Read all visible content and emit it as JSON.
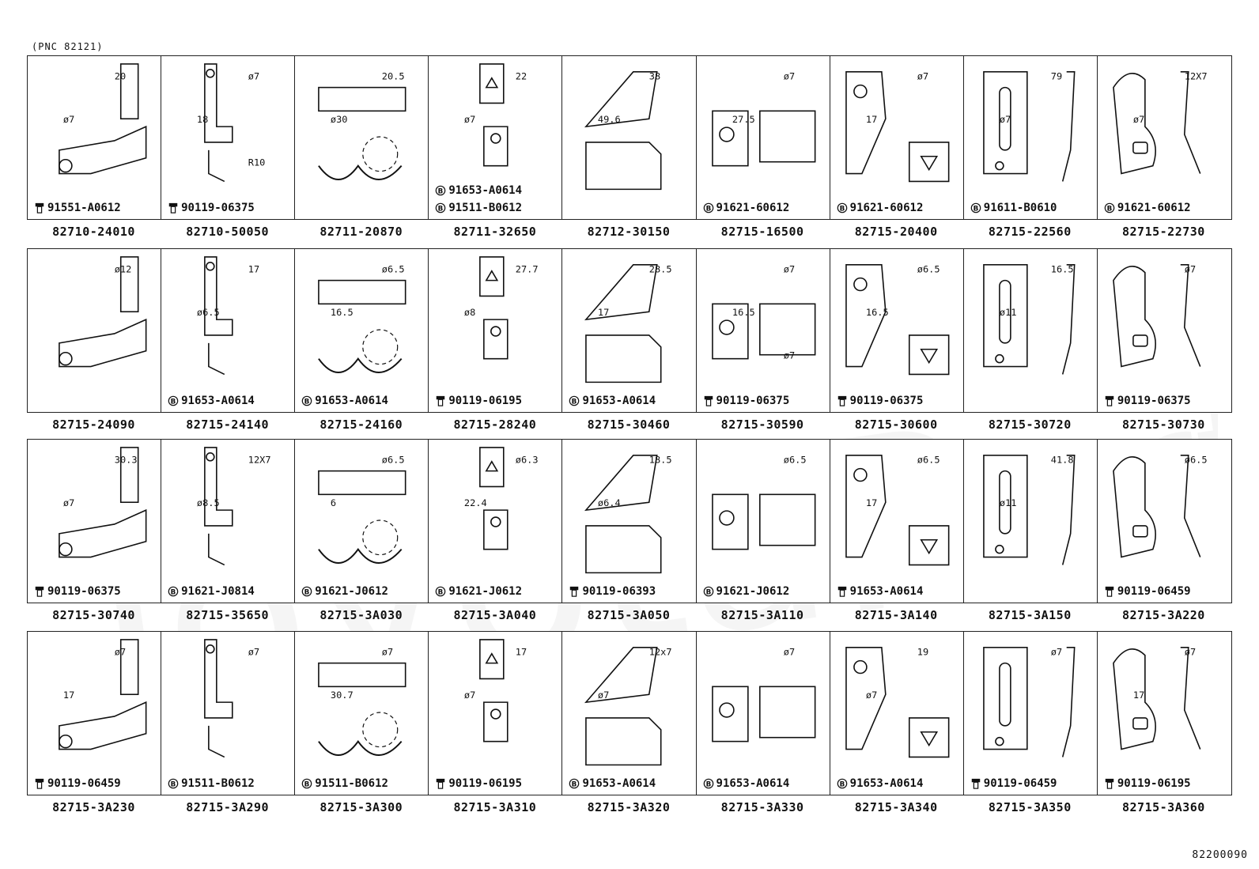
{
  "header": {
    "pnc": "(PNC 82121)"
  },
  "footer_code": "82200090",
  "rows": [
    {
      "cells": [
        {
          "part": "82710-24010",
          "bolt": "91551-A0612",
          "bolt_type": "screw-bolt-icon",
          "dims": [
            "20",
            "ø7"
          ]
        },
        {
          "part": "82710-50050",
          "bolt": "90119-06375",
          "bolt_type": "screw-bolt-icon",
          "dims": [
            "ø7",
            "18",
            "R10"
          ]
        },
        {
          "part": "82711-20870",
          "bolt": "",
          "bolt_type": "",
          "dims": [
            "20.5",
            "ø30"
          ]
        },
        {
          "part": "82711-32650",
          "bolt": "91653-A0614",
          "bolt2": "91511-B0612",
          "bolt_type": "circled-b-icon",
          "dims": [
            "22",
            "ø7"
          ]
        },
        {
          "part": "82712-30150",
          "bolt": "",
          "bolt_type": "",
          "dims": [
            "38",
            "49.6"
          ]
        },
        {
          "part": "82715-16500",
          "bolt": "91621-60612",
          "bolt_type": "circled-b-icon",
          "dims": [
            "ø7",
            "27.5"
          ]
        },
        {
          "part": "82715-20400",
          "bolt": "91621-60612",
          "bolt_type": "circled-b-icon",
          "dims": [
            "ø7",
            "17"
          ]
        },
        {
          "part": "82715-22560",
          "bolt": "91611-B0610",
          "bolt_type": "circled-b-icon",
          "dims": [
            "79",
            "ø7"
          ]
        },
        {
          "part": "82715-22730",
          "bolt": "91621-60612",
          "bolt_type": "circled-b-icon",
          "dims": [
            "12X7",
            "ø7"
          ]
        }
      ]
    },
    {
      "cells": [
        {
          "part": "82715-24090",
          "bolt": "",
          "bolt_type": "",
          "dims": [
            "ø12"
          ]
        },
        {
          "part": "82715-24140",
          "bolt": "91653-A0614",
          "bolt_type": "circled-b-icon",
          "dims": [
            "17",
            "ø6.5"
          ]
        },
        {
          "part": "82715-24160",
          "bolt": "91653-A0614",
          "bolt_type": "circled-b-icon",
          "dims": [
            "ø6.5",
            "16.5"
          ]
        },
        {
          "part": "82715-28240",
          "bolt": "90119-06195",
          "bolt_type": "screw-bolt-icon",
          "dims": [
            "27.7",
            "ø8"
          ]
        },
        {
          "part": "82715-30460",
          "bolt": "91653-A0614",
          "bolt_type": "circled-b-icon",
          "dims": [
            "28.5",
            "17"
          ]
        },
        {
          "part": "82715-30590",
          "bolt": "90119-06375",
          "bolt_type": "screw-bolt-icon",
          "dims": [
            "ø7",
            "16.5",
            "ø7"
          ]
        },
        {
          "part": "82715-30600",
          "bolt": "90119-06375",
          "bolt_type": "screw-bolt-icon",
          "dims": [
            "ø6.5",
            "16.5"
          ]
        },
        {
          "part": "82715-30720",
          "bolt": "",
          "bolt_type": "",
          "dims": [
            "16.5",
            "ø11"
          ]
        },
        {
          "part": "82715-30730",
          "bolt": "90119-06375",
          "bolt_type": "screw-bolt-icon",
          "dims": [
            "ø7"
          ]
        }
      ]
    },
    {
      "cells": [
        {
          "part": "82715-30740",
          "bolt": "90119-06375",
          "bolt_type": "screw-bolt-icon",
          "dims": [
            "30.3",
            "ø7"
          ]
        },
        {
          "part": "82715-35650",
          "bolt": "91621-J0814",
          "bolt_type": "circled-b-icon",
          "dims": [
            "12X7",
            "ø8.5"
          ]
        },
        {
          "part": "82715-3A030",
          "bolt": "91621-J0612",
          "bolt_type": "circled-b-icon",
          "dims": [
            "ø6.5",
            "6"
          ]
        },
        {
          "part": "82715-3A040",
          "bolt": "91621-J0612",
          "bolt_type": "circled-b-icon",
          "dims": [
            "ø6.3",
            "22.4"
          ]
        },
        {
          "part": "82715-3A050",
          "bolt": "90119-06393",
          "bolt_type": "screw-bolt-icon",
          "dims": [
            "18.5",
            "ø6.4"
          ]
        },
        {
          "part": "82715-3A110",
          "bolt": "91621-J0612",
          "bolt_type": "circled-b-icon",
          "dims": [
            "ø6.5"
          ]
        },
        {
          "part": "82715-3A140",
          "bolt": "91653-A0614",
          "bolt_type": "screw-bolt-icon",
          "dims": [
            "ø6.5",
            "17"
          ]
        },
        {
          "part": "82715-3A150",
          "bolt": "",
          "bolt_type": "",
          "dims": [
            "41.8",
            "ø11"
          ]
        },
        {
          "part": "82715-3A220",
          "bolt": "90119-06459",
          "bolt_type": "screw-bolt-icon",
          "dims": [
            "ø6.5"
          ]
        }
      ]
    },
    {
      "cells": [
        {
          "part": "82715-3A230",
          "bolt": "90119-06459",
          "bolt_type": "screw-bolt-icon",
          "dims": [
            "ø7",
            "17"
          ]
        },
        {
          "part": "82715-3A290",
          "bolt": "91511-B0612",
          "bolt_type": "circled-b-icon",
          "dims": [
            "ø7"
          ]
        },
        {
          "part": "82715-3A300",
          "bolt": "91511-B0612",
          "bolt_type": "circled-b-icon",
          "dims": [
            "ø7",
            "30.7"
          ]
        },
        {
          "part": "82715-3A310",
          "bolt": "90119-06195",
          "bolt_type": "screw-bolt-icon",
          "dims": [
            "17",
            "ø7"
          ]
        },
        {
          "part": "82715-3A320",
          "bolt": "91653-A0614",
          "bolt_type": "circled-b-icon",
          "dims": [
            "12x7",
            "ø7"
          ]
        },
        {
          "part": "82715-3A330",
          "bolt": "91653-A0614",
          "bolt_type": "circled-b-icon",
          "dims": [
            "ø7"
          ]
        },
        {
          "part": "82715-3A340",
          "bolt": "91653-A0614",
          "bolt_type": "circled-b-icon",
          "dims": [
            "19",
            "ø7"
          ]
        },
        {
          "part": "82715-3A350",
          "bolt": "90119-06459",
          "bolt_type": "screw-bolt-icon",
          "dims": [
            "ø7"
          ]
        },
        {
          "part": "82715-3A360",
          "bolt": "90119-06195",
          "bolt_type": "screw-bolt-icon",
          "dims": [
            "ø7",
            "17"
          ]
        }
      ]
    }
  ]
}
